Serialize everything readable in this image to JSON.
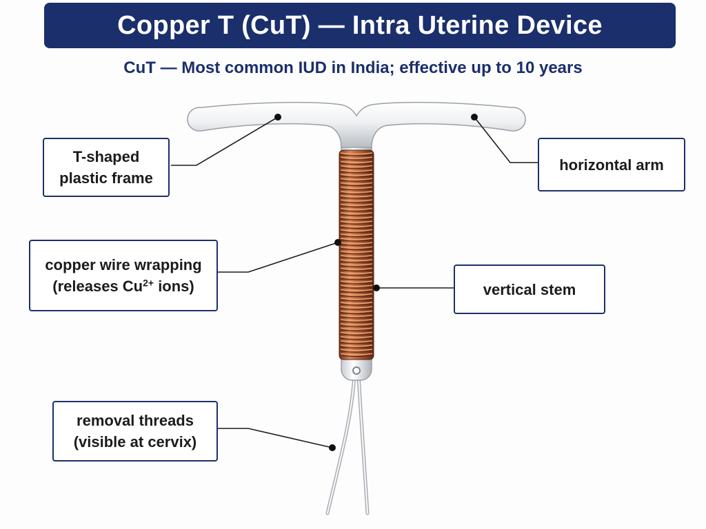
{
  "title": "Copper T (CuT) — Intra Uterine Device",
  "subtitle": "CuT — Most common IUD in India; effective up to 10 years",
  "labels": {
    "frame": {
      "line1": "T-shaped",
      "line2": "plastic frame"
    },
    "arm": {
      "line1": "horizontal arm"
    },
    "copper": {
      "line1": "copper wire wrapping",
      "line2_prefix": "(releases Cu",
      "line2_sup": "2+",
      "line2_suffix": " ions)"
    },
    "stem": {
      "line1": "vertical stem"
    },
    "threads": {
      "line1": "removal threads",
      "line2": "(visible at cervix)"
    }
  },
  "colors": {
    "banner": "#1a2f6b",
    "copper": "#b4653b",
    "plastic": "#e9ecef",
    "leader": "#1b1b1b"
  }
}
